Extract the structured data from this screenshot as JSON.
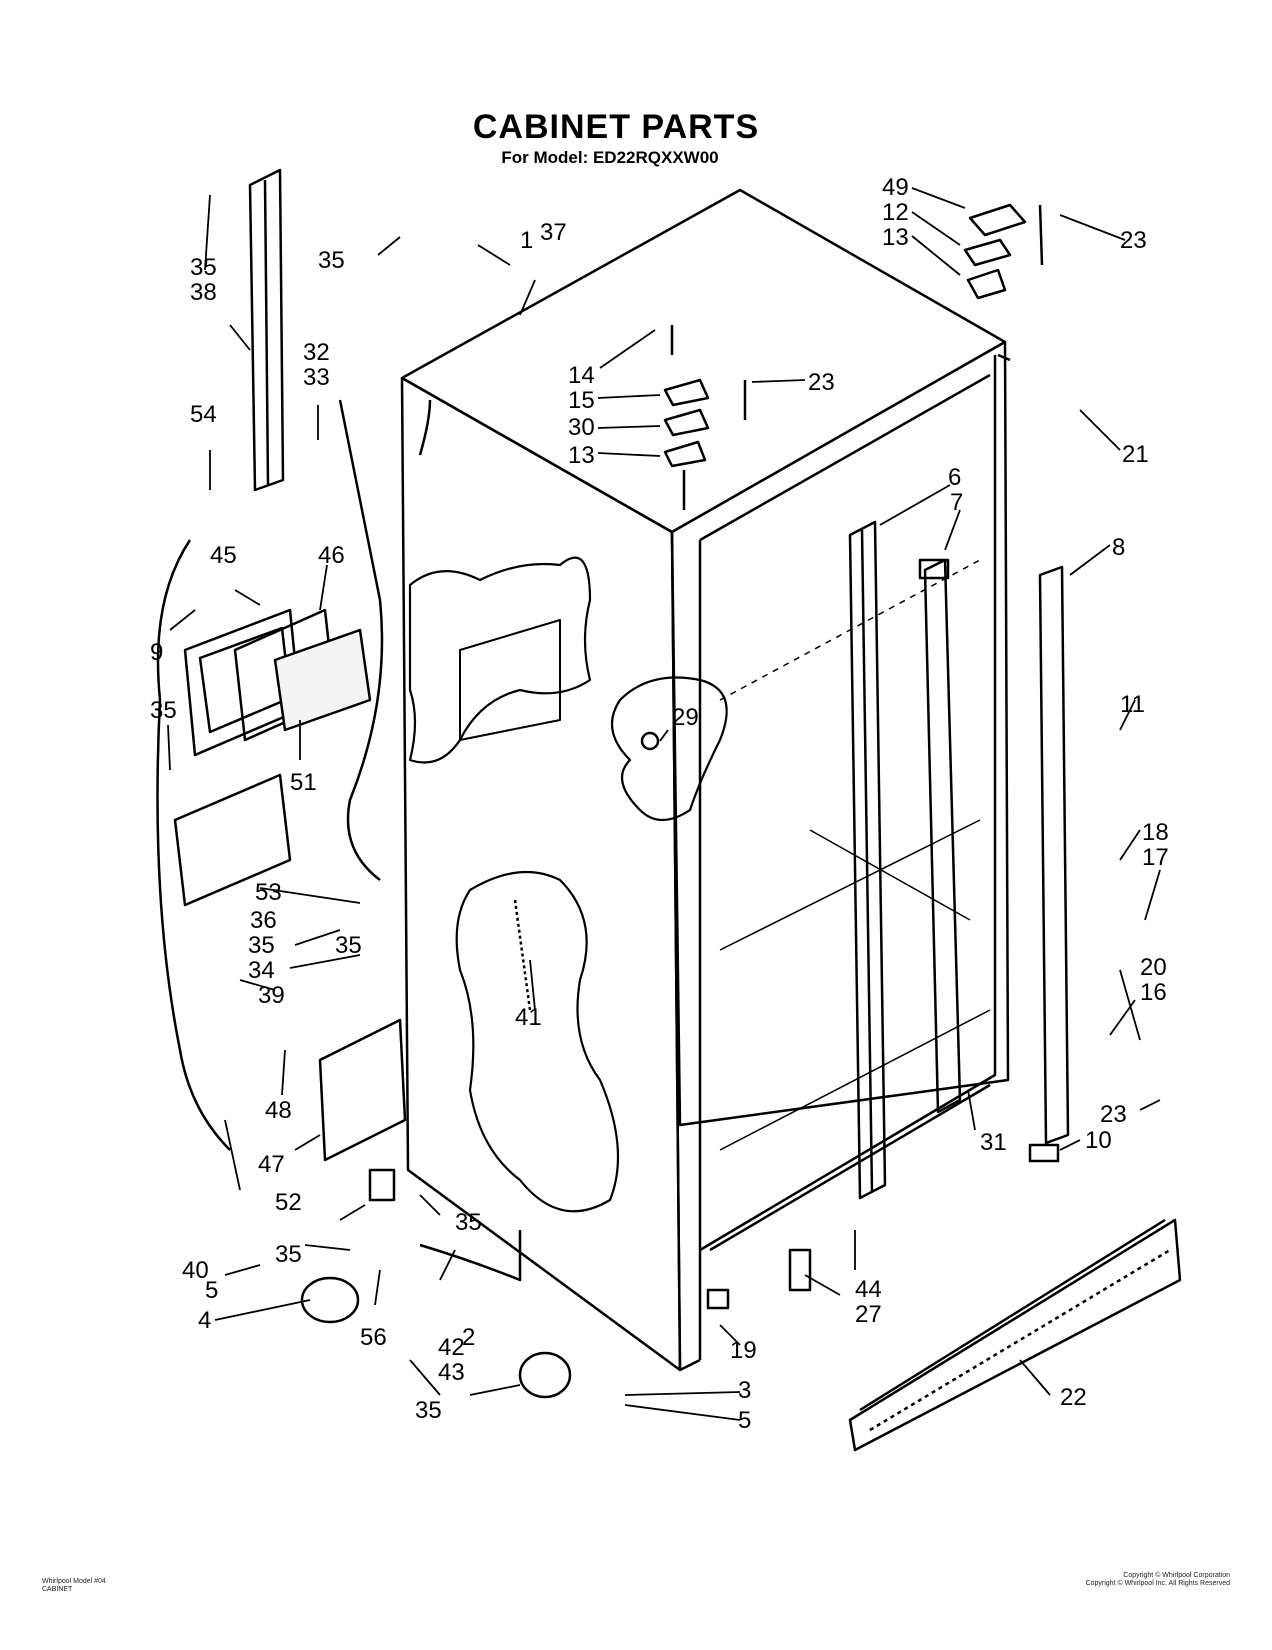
{
  "title": "CABINET PARTS",
  "subtitle": "For Model: ED22RQXXW00",
  "callouts": [
    "1",
    "2",
    "3",
    "4",
    "5",
    "5",
    "6",
    "7",
    "8",
    "9",
    "10",
    "11",
    "12",
    "13",
    "13",
    "14",
    "15",
    "16",
    "17",
    "18",
    "19",
    "20",
    "21",
    "22",
    "23",
    "23",
    "23",
    "27",
    "29",
    "30",
    "31",
    "32",
    "33",
    "34",
    "35",
    "35",
    "35",
    "35",
    "35",
    "35",
    "35",
    "35",
    "36",
    "37",
    "38",
    "39",
    "40",
    "41",
    "42",
    "43",
    "44",
    "45",
    "46",
    "47",
    "48",
    "49",
    "51",
    "52",
    "53",
    "54",
    "56"
  ],
  "footer": {
    "left": [
      "Whirlpool Model #04",
      "CABINET"
    ],
    "right": [
      "Copyright © Whirlpool Corporation",
      "Copyright © Whirlpool Inc. All Rights Reserved"
    ]
  }
}
